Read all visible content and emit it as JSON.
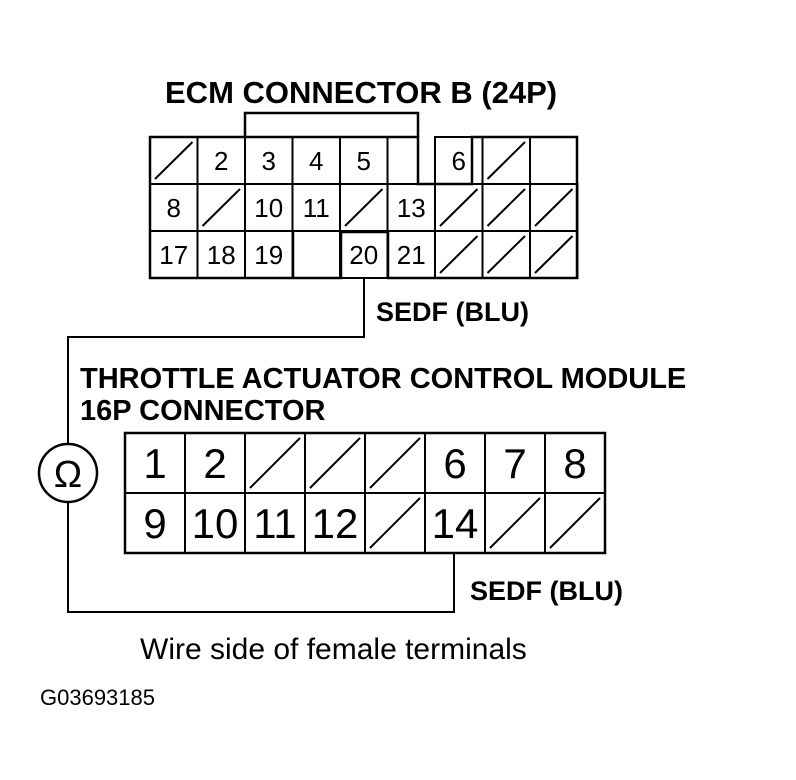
{
  "ecm": {
    "title": "ECM CONNECTOR B (24P)",
    "wire_label": "SEDF (BLU)",
    "cells": [
      {
        "row": 0,
        "col": 0,
        "pin": null
      },
      {
        "row": 0,
        "col": 1,
        "pin": "2"
      },
      {
        "row": 0,
        "col": 2,
        "pin": "3"
      },
      {
        "row": 0,
        "col": 3,
        "pin": "4"
      },
      {
        "row": 0,
        "col": 4,
        "pin": "5"
      },
      {
        "row": 0,
        "col": 6,
        "pin": "6"
      },
      {
        "row": 0,
        "col": 7,
        "pin": null
      },
      {
        "row": 1,
        "col": 0,
        "pin": "8"
      },
      {
        "row": 1,
        "col": 1,
        "pin": null
      },
      {
        "row": 1,
        "col": 2,
        "pin": "10"
      },
      {
        "row": 1,
        "col": 3,
        "pin": "11"
      },
      {
        "row": 1,
        "col": 4,
        "pin": null
      },
      {
        "row": 1,
        "col": 5,
        "pin": "13"
      },
      {
        "row": 1,
        "col": 6,
        "pin": null
      },
      {
        "row": 1,
        "col": 7,
        "pin": null
      },
      {
        "row": 1,
        "col": 8,
        "pin": null
      },
      {
        "row": 2,
        "col": 0,
        "pin": "17"
      },
      {
        "row": 2,
        "col": 1,
        "pin": "18"
      },
      {
        "row": 2,
        "col": 2,
        "pin": "19"
      },
      {
        "row": 2,
        "col": 4,
        "pin": "20"
      },
      {
        "row": 2,
        "col": 5,
        "pin": "21"
      },
      {
        "row": 2,
        "col": 6,
        "pin": null
      },
      {
        "row": 2,
        "col": 7,
        "pin": null
      },
      {
        "row": 2,
        "col": 8,
        "pin": null
      }
    ]
  },
  "tac": {
    "title_line1": "THROTTLE ACTUATOR CONTROL MODULE",
    "title_line2": "16P CONNECTOR",
    "wire_label": "SEDF (BLU)",
    "cells": [
      {
        "row": 0,
        "col": 0,
        "pin": "1"
      },
      {
        "row": 0,
        "col": 1,
        "pin": "2"
      },
      {
        "row": 0,
        "col": 2,
        "pin": null
      },
      {
        "row": 0,
        "col": 3,
        "pin": null
      },
      {
        "row": 0,
        "col": 4,
        "pin": null
      },
      {
        "row": 0,
        "col": 5,
        "pin": "6"
      },
      {
        "row": 0,
        "col": 6,
        "pin": "7"
      },
      {
        "row": 0,
        "col": 7,
        "pin": "8"
      },
      {
        "row": 1,
        "col": 0,
        "pin": "9"
      },
      {
        "row": 1,
        "col": 1,
        "pin": "10"
      },
      {
        "row": 1,
        "col": 2,
        "pin": "11"
      },
      {
        "row": 1,
        "col": 3,
        "pin": "12"
      },
      {
        "row": 1,
        "col": 4,
        "pin": null
      },
      {
        "row": 1,
        "col": 5,
        "pin": "14"
      },
      {
        "row": 1,
        "col": 6,
        "pin": null
      },
      {
        "row": 1,
        "col": 7,
        "pin": null
      }
    ]
  },
  "meter": {
    "symbol": "Ω",
    "icon": "ohmmeter-icon"
  },
  "caption": "Wire side of female terminals",
  "figure_id": "G03693185",
  "colors": {
    "line": "#000000",
    "background": "#ffffff"
  }
}
